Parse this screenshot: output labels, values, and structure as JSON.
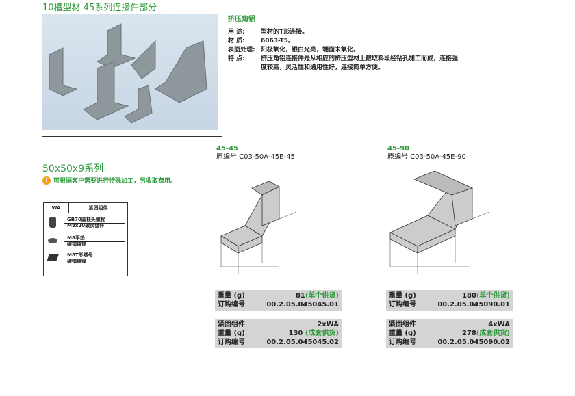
{
  "title": "10槽型材  45系列连接件部分",
  "spec": {
    "heading": "挤压角铝",
    "rows": [
      {
        "k": "用      途:",
        "v": "型材的T形连接。"
      },
      {
        "k": "材      质:",
        "v": "6063-T5。"
      },
      {
        "k": "表面处理:",
        "v": "阳极氧化，银白光亮，端面未氧化。"
      },
      {
        "k": "特      点:",
        "v": "挤压角铝连接件是从相应的挤压型材上截取料段经钻孔加工而成，连接强度较高，灵活性和通用性好，连接简单方便。"
      }
    ]
  },
  "series": "50x50x9系列",
  "note": "可根据客户需要进行特殊加工，另收取费用。",
  "wa": {
    "col1": "WA",
    "col2": "紧固组件",
    "items": [
      [
        "GB70圆柱头螺栓",
        "M8x20碳钢镀锌"
      ],
      [
        "M8平垫",
        "碳钢镀锌"
      ],
      [
        "M8T形螺母",
        "碳钢镀镍"
      ]
    ]
  },
  "products": [
    {
      "name": "45-45",
      "code": "原编号  C03-50A-45E-45",
      "single": {
        "w_label": "重量     (g)",
        "w": "81",
        "w_note": "(单个供货)",
        "o_label": "订购编号",
        "o": "00.2.05.045045.01"
      },
      "set": {
        "c_label": "紧固组件",
        "c": "2xWA",
        "w_label": "重量     (g)",
        "w": "130 ",
        "w_note": "(成套供货)",
        "o_label": "订购编号",
        "o": "00.2.05.045045.02"
      }
    },
    {
      "name": "45-90",
      "code": "原编号  C03-50A-45E-90",
      "single": {
        "w_label": "重量     (g)",
        "w": "180",
        "w_note": "(单个供货)",
        "o_label": "订购编号",
        "o": "00.2.05.045090.01"
      },
      "set": {
        "c_label": "紧固组件",
        "c": "4xWA",
        "w_label": "重量     (g)",
        "w": "278",
        "w_note": "(成套供货)",
        "o_label": "订购编号",
        "o": "00.2.05.045090.02"
      }
    }
  ]
}
